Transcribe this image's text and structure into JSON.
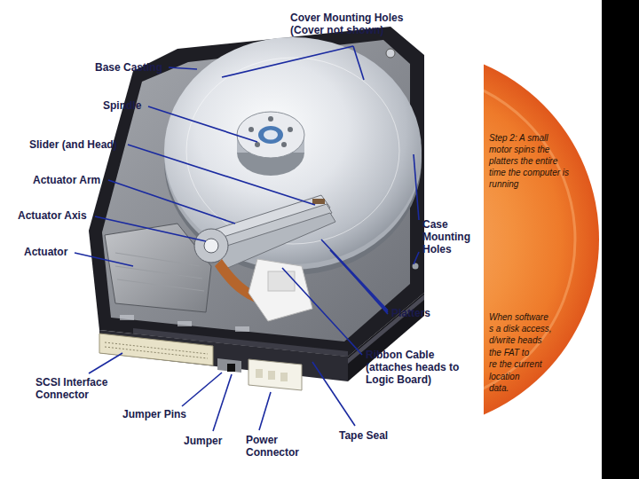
{
  "diagram": {
    "labels": [
      "Cover Mounting Holes (Cover not shown)",
      "Base Casting",
      "Spindle",
      "Slider (and Head)",
      "Actuator Arm",
      "Actuator Axis",
      "Actuator",
      "Case Mounting Holes",
      "Platters",
      "Ribbon Cable (attaches heads to Logic Board)",
      "SCSI Interface Connector",
      "Jumper Pins",
      "Jumper",
      "Power Connector",
      "Tape Seal",
      "Step 2: A small motor spins the platters the entire time the computer is running",
      "When software",
      "s a disk access,",
      "d/write heads",
      "the FAT to",
      "re the current",
      "location",
      "data."
    ]
  }
}
